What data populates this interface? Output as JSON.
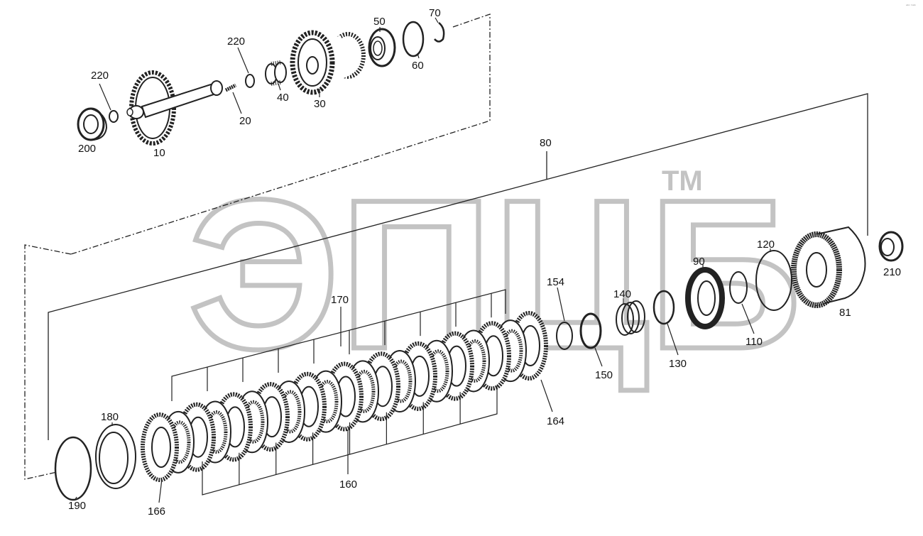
{
  "watermark": {
    "text": "ЭПЦБ",
    "tm": "TM",
    "color": "#c9c9c9"
  },
  "corner_mark": "ᵃᵇᶜ ᵇᵃᵇ",
  "labels": {
    "p10": "10",
    "p20": "20",
    "p30": "30",
    "p40": "40",
    "p50": "50",
    "p60": "60",
    "p70": "70",
    "p80": "80",
    "p81": "81",
    "p90": "90",
    "p110": "110",
    "p120": "120",
    "p130": "130",
    "p140": "140",
    "p150": "150",
    "p154": "154",
    "p160": "160",
    "p164": "164",
    "p166": "166",
    "p170": "170",
    "p180": "180",
    "p190": "190",
    "p200": "200",
    "p210": "210",
    "p220a": "220",
    "p220b": "220"
  }
}
